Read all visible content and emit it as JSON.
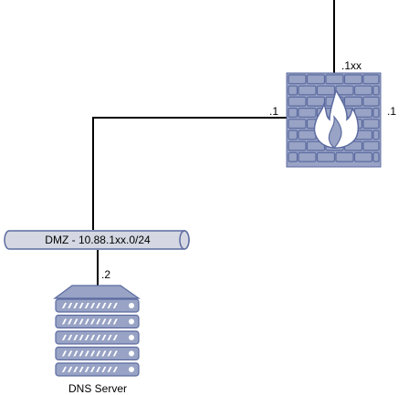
{
  "diagram": {
    "firewall": {
      "icon": "firewall-icon",
      "label_top": ".1xx",
      "label_left": ".1",
      "label_right": ".1"
    },
    "dmz": {
      "label": "DMZ - 10.88.1xx.0/24",
      "host_label": ".2"
    },
    "dns_server": {
      "icon": "server-icon",
      "label": "DNS Server"
    }
  },
  "colors": {
    "device_fill": "#98a3c5",
    "device_stroke": "#5c6ba0",
    "pipe_fill": "#d5d8e2",
    "line": "#000000"
  }
}
